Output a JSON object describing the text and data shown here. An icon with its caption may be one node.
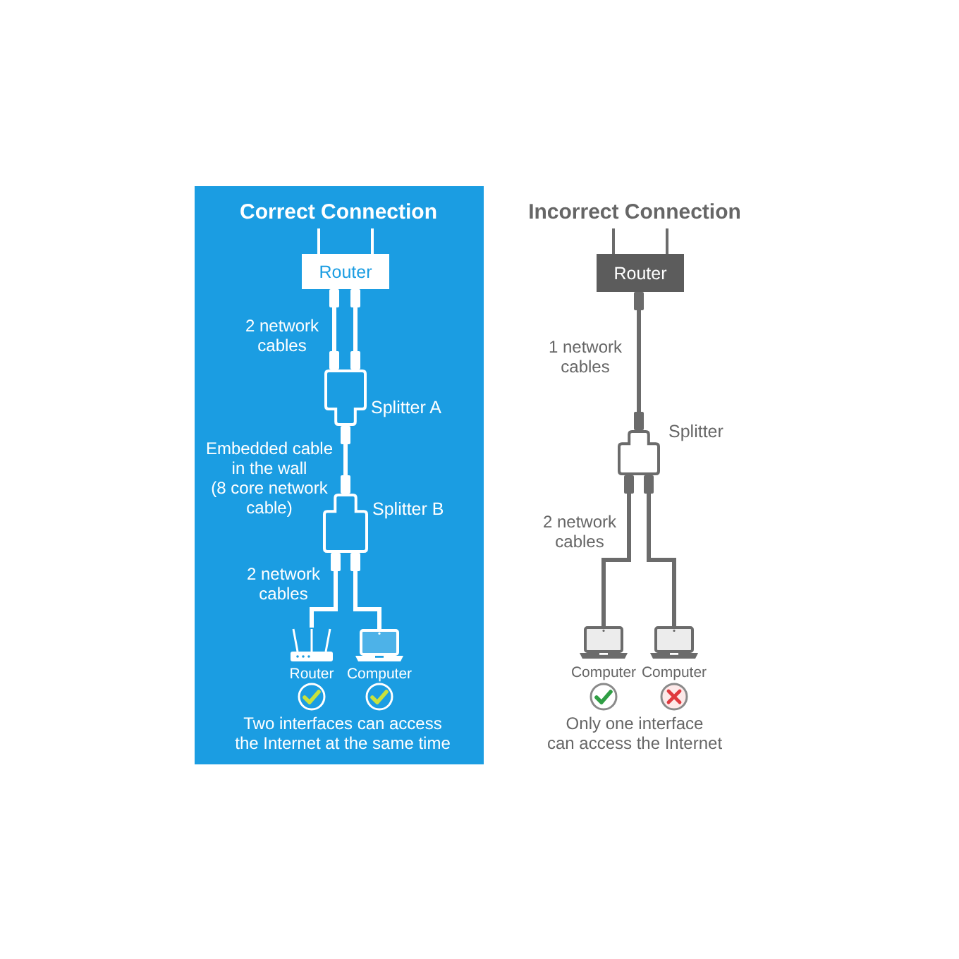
{
  "diagram": {
    "nodes": [
      {
        "text": [
          "Correct Connection",
          "Two interfaces can access the Internet at the same time"
        ]
      },
      {
        "text": [
          "Router"
        ],
        "in": 0
      },
      {
        "text": [],
        "shape": "box",
        "in": 0,
        "beside": [
          "Splitter A"
        ]
      },
      {
        "text": [],
        "shape": "box",
        "in": 0,
        "beside": [
          "Splitter B"
        ]
      },
      {
        "text": [],
        "shape": "picture",
        "in": 0,
        "beside": [
          "Router"
        ]
      },
      {
        "text": [],
        "shape": "picture",
        "in": 0,
        "beside": [
          "Computer"
        ]
      },
      {
        "text": [
          "Router"
        ]
      },
      {
        "text": [],
        "shape": "box",
        "beside": [
          "Splitter"
        ]
      },
      {
        "text": [],
        "shape": "picture",
        "beside": [
          "Computer"
        ]
      },
      {
        "text": [],
        "shape": "picture",
        "beside": [
          "Computer"
        ]
      }
    ],
    "edges": [
      {
        "from": 1,
        "to": 2,
        "arrow": "other",
        "label": "2 network cables"
      },
      {
        "from": 1,
        "to": 2,
        "arrow": "other"
      },
      {
        "from": 2,
        "to": 3,
        "arrow": "other",
        "label": "Embedded cable in the wall (8 core network cable)"
      },
      {
        "from": 3,
        "to": 4,
        "arrow": "other",
        "label": "2 network cables"
      },
      {
        "from": 3,
        "to": 5,
        "arrow": "other"
      },
      {
        "from": 6,
        "to": 7,
        "arrow": "other",
        "label": "1 network cables",
        "color": "#6b6b6b"
      },
      {
        "from": 7,
        "to": 8,
        "arrow": "other",
        "label": "2 network cables",
        "color": "#6b6b6b"
      },
      {
        "from": 7,
        "to": 9,
        "arrow": "other",
        "color": "#6b6b6b"
      }
    ],
    "labels": [
      "Incorrect Connection",
      "Only one interface can access the Internet"
    ]
  }
}
